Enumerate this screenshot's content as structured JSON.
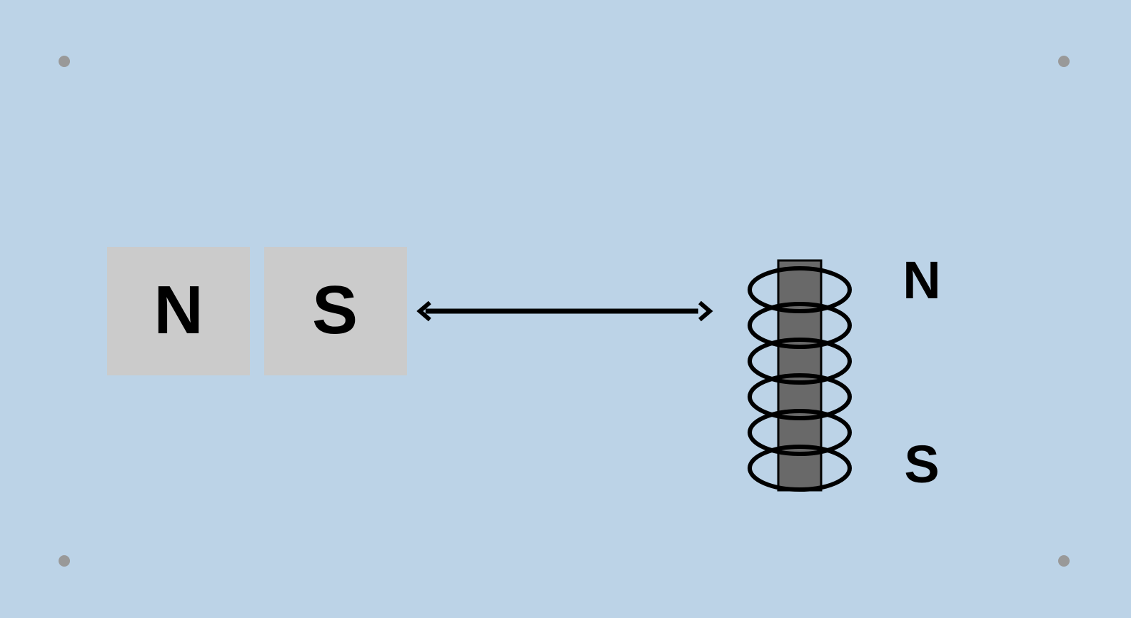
{
  "colors": {
    "background": "#bcd3e7",
    "magnet_block": "#cbcbcb",
    "core": "#696969",
    "ink": "#000000",
    "corner_dot": "#999999"
  },
  "bar_magnet": {
    "north_label": "N",
    "south_label": "S"
  },
  "motion_arrow": {
    "direction": "bidirectional-horizontal"
  },
  "electromagnet": {
    "coil_turns": 6,
    "top_pole_label": "N",
    "bottom_pole_label": "S"
  }
}
